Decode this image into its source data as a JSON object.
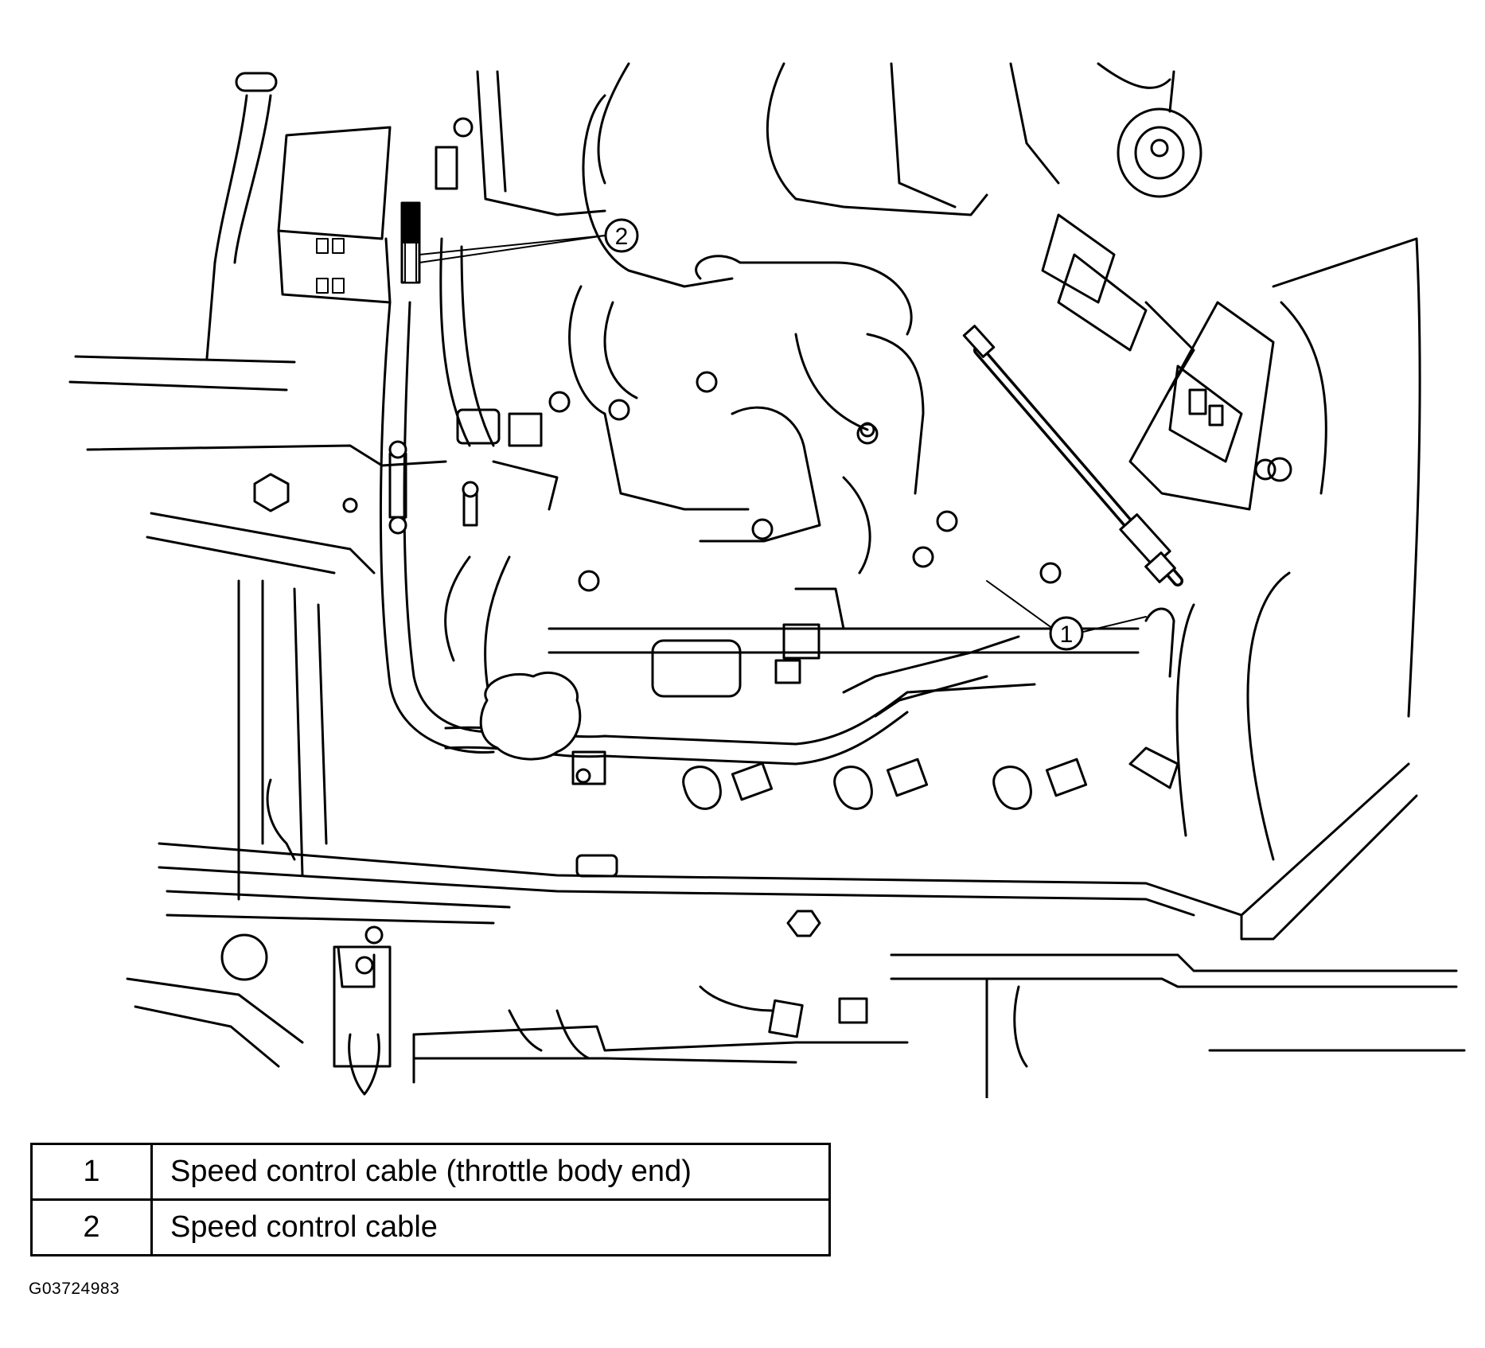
{
  "figure": {
    "callouts": [
      {
        "id": "1"
      },
      {
        "id": "2"
      }
    ],
    "figure_id": "G03724983"
  },
  "legend": {
    "rows": [
      {
        "num": "1",
        "desc": "Speed control cable (throttle body end)"
      },
      {
        "num": "2",
        "desc": "Speed control cable"
      }
    ]
  }
}
